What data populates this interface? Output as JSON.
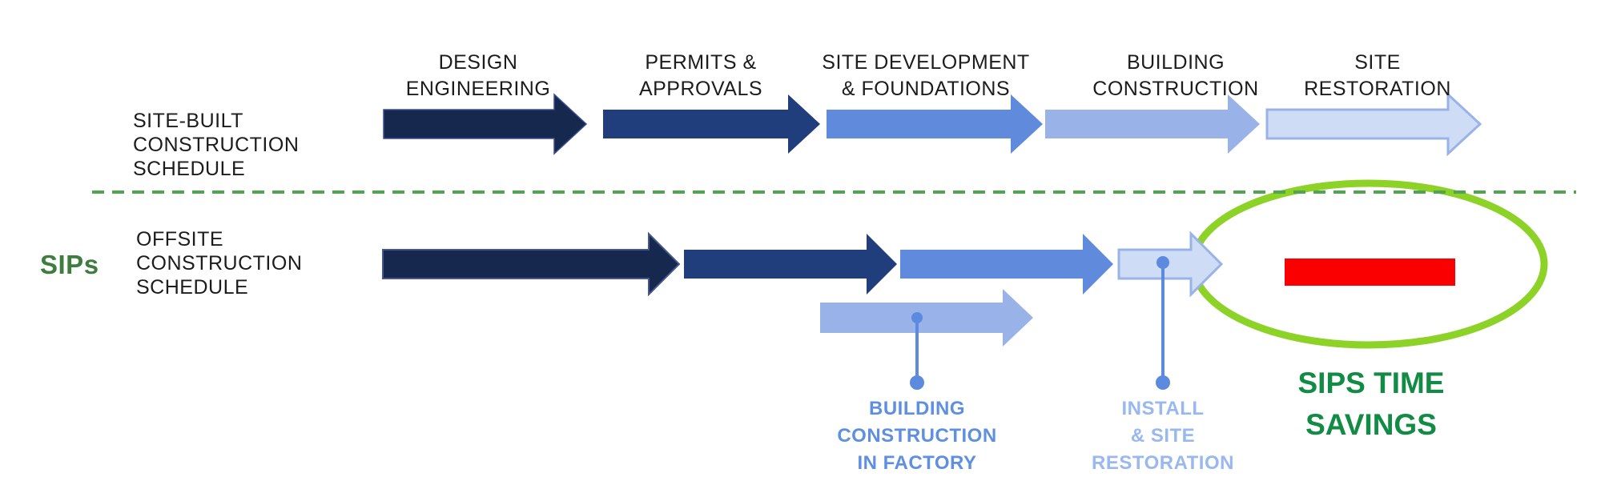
{
  "top_row": {
    "label": "SITE-BUILT\nCONSTRUCTION\nSCHEDULE",
    "phases": [
      {
        "name": "DESIGN\nENGINEERING",
        "color": "#16284E"
      },
      {
        "name": "PERMITS &\nAPPROVALS",
        "color": "#203D7C"
      },
      {
        "name": "SITE DEVELOPMENT\n& FOUNDATIONS",
        "color": "#608ADB"
      },
      {
        "name": "BUILDING\nCONSTRUCTION",
        "color": "#99B3E8"
      },
      {
        "name": "SITE\nRESTORATION",
        "color": "#CEDCF5"
      }
    ]
  },
  "bottom_row": {
    "brand": "SIPs",
    "label": "OFFSITE\nCONSTRUCTION\nSCHEDULE",
    "factory_callout": "BUILDING\nCONSTRUCTION\nIN FACTORY",
    "install_callout": "INSTALL\n& SITE\nRESTORATION",
    "savings_callout": "SIPS TIME\nSAVINGS"
  },
  "colors": {
    "navy_dark": "#16284E",
    "navy": "#203D7C",
    "blue": "#608ADB",
    "blue_light": "#99B3E8",
    "blue_pale": "#CEDCF5",
    "connector_blue": "#5B8ADF",
    "divider_green": "#53A353",
    "ellipse_green": "#8DD226",
    "savings_green": "#128B45",
    "sips_green": "#3F7D3F",
    "red_bar": "#FA0000",
    "text_dark": "#1C1C1C",
    "factory_label_blue": "#5F8FE0",
    "install_label_blue": "#99B7F0"
  }
}
